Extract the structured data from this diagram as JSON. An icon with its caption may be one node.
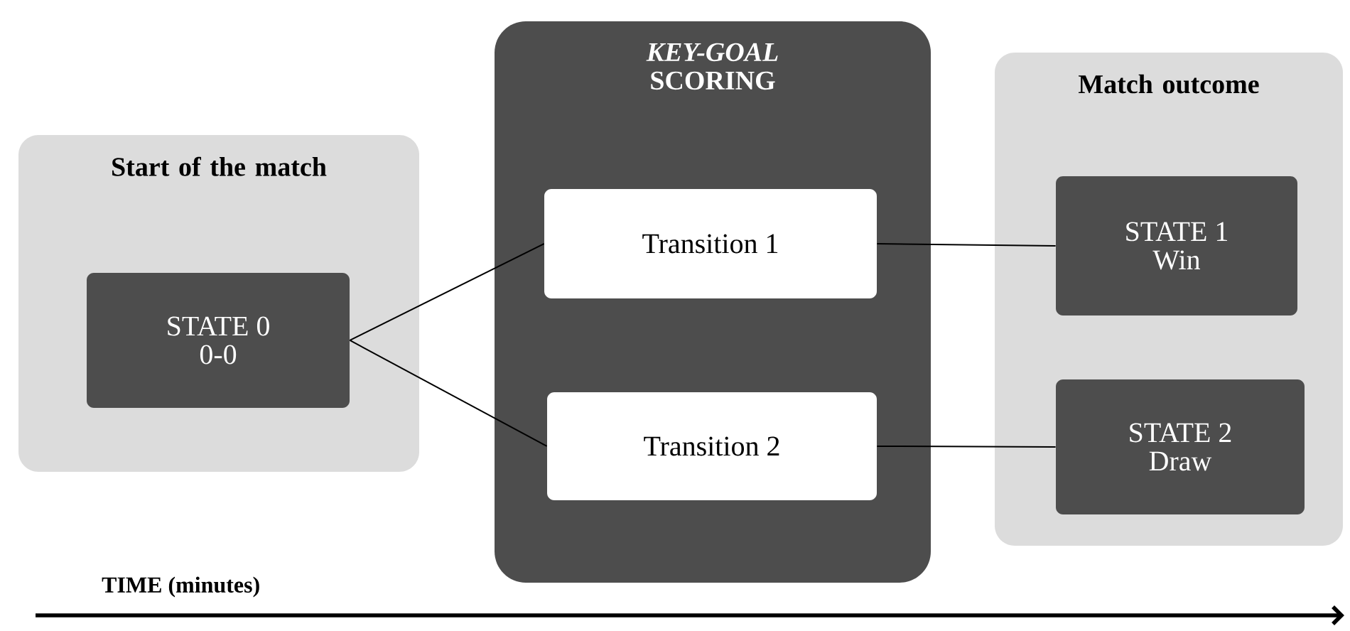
{
  "diagram": {
    "nodes": [
      {
        "text": [
          "Start of the match"
        ]
      },
      {
        "text": [
          "STATE 0",
          "0-0"
        ],
        "in": 0
      },
      {
        "text": [
          "*KEY-GOAL* SCORING"
        ]
      },
      {
        "text": [
          "Transition 1"
        ],
        "in": 2
      },
      {
        "text": [
          "Transition 2"
        ],
        "in": 2
      },
      {
        "text": [
          "Match outcome"
        ]
      },
      {
        "text": [
          "STATE 1",
          "Win"
        ],
        "in": 5
      },
      {
        "text": [
          "STATE 2",
          "Draw"
        ],
        "in": 5
      }
    ],
    "edges": [
      {
        "from": 1,
        "to": 3,
        "arrow": "none"
      },
      {
        "from": 1,
        "to": 4,
        "arrow": "none"
      },
      {
        "from": 3,
        "to": 6,
        "arrow": "none"
      },
      {
        "from": 4,
        "to": 7,
        "arrow": "none"
      }
    ],
    "labels": [
      "TIME (minutes)"
    ]
  }
}
